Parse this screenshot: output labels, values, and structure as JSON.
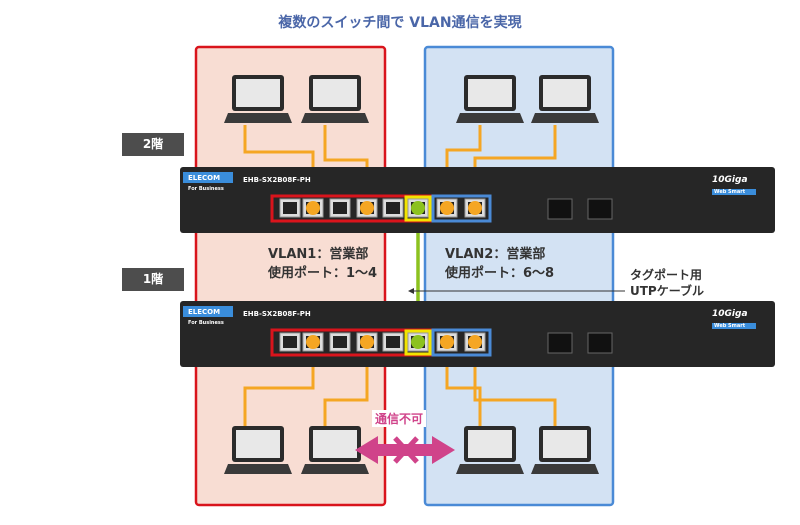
{
  "title": "複数のスイッチ間で VLAN通信を実現",
  "floors": [
    "2階",
    "1階"
  ],
  "vlans": [
    {
      "name": "VLAN1：営業部",
      "ports": "使用ポート：1〜4",
      "color": "#d9141c",
      "fill": "#f8ddd3"
    },
    {
      "name": "VLAN2：営業部",
      "ports": "使用ポート：6〜8",
      "color": "#4a8ad6",
      "fill": "#d3e2f3"
    }
  ],
  "switch": {
    "brand": "ELECOM",
    "sub": "For Business",
    "model": "EHB-SX2B08F-PH",
    "logo": "10Giga",
    "logo_sub": "Web Smart"
  },
  "tag_port_label": [
    "タグポート用",
    "UTPケーブル"
  ],
  "no_communication": "通信不可",
  "colors": {
    "cable": "#f5a623",
    "tag_cable": "#8cc21f",
    "no_comm": "#d0438a",
    "title": "#4a66a8"
  }
}
